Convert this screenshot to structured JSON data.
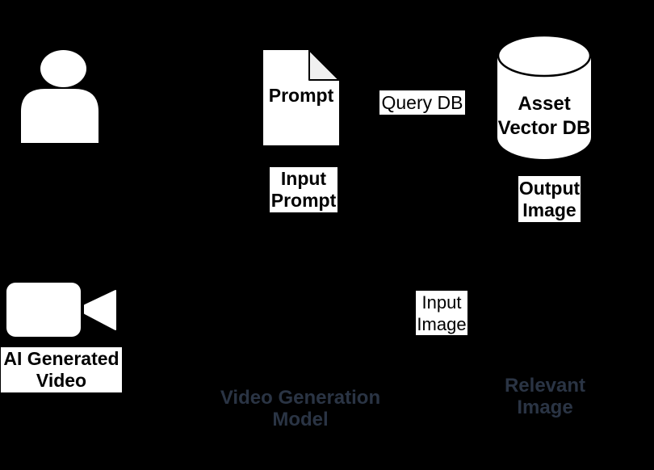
{
  "colors": {
    "background": "#000000",
    "node_fill": "#ffffff",
    "node_stroke": "#000000",
    "label_bg": "#ffffff",
    "label_text": "#000000",
    "caption_navy": "#2a3444",
    "document_fold": "#f0f0f0"
  },
  "nodes": {
    "user": {
      "icon": "person-icon"
    },
    "prompt_document": {
      "icon": "document-icon",
      "title": "Prompt",
      "caption": "Input\nPrompt"
    },
    "query_db": {
      "label": "Query DB"
    },
    "asset_vector_db": {
      "icon": "database-cylinder-icon",
      "title": "Asset\nVector DB",
      "caption": "Output\nImage"
    },
    "ai_video": {
      "icon": "video-camera-icon",
      "caption": "AI Generated\nVideo"
    },
    "input_image": {
      "label": "Input\nImage"
    },
    "video_generation_model": {
      "label": "Video Generation\nModel"
    },
    "relevant_image": {
      "label": "Relevant\nImage"
    }
  }
}
